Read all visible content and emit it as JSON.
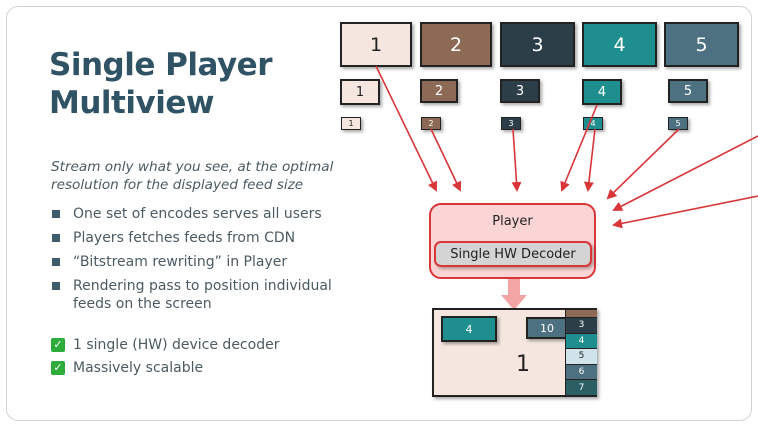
{
  "slide": {
    "title_line1": "Single Player",
    "title_line2": "Multiview",
    "subtitle": "Stream only what you see, at the optimal resolution for the displayed feed size",
    "bullets": [
      "One set of encodes serves all users",
      "Players fetches feeds from CDN",
      "“Bitstream rewriting” in Player",
      "Rendering pass to position individual feeds on the screen"
    ],
    "checks": [
      "1 single (HW) device decoder",
      "Massively scalable"
    ],
    "check_mark": "✓"
  },
  "feeds": {
    "large": [
      "1",
      "2",
      "3",
      "4",
      "5"
    ],
    "medium": [
      "1",
      "2",
      "3",
      "4",
      "5"
    ],
    "small": [
      "1",
      "2",
      "3",
      "4",
      "5"
    ],
    "colors": [
      "#f5e7e0",
      "#8c6a56",
      "#2c3f49",
      "#1f8e8e",
      "#4d7180"
    ],
    "text_colors": [
      "#222222",
      "#ffffff",
      "#ffffff",
      "#ffffff",
      "#ffffff"
    ]
  },
  "player": {
    "label": "Player",
    "decoder_label": "Single HW  Decoder"
  },
  "screen": {
    "main_label": "1",
    "tile_4": "4",
    "tile_10": "10",
    "strip": [
      "3",
      "4",
      "5",
      "6",
      "7"
    ],
    "strip_colors": [
      "#2c3f49",
      "#1f8e8e",
      "#cfe3ea",
      "#4d7180",
      "#2b5f63"
    ],
    "strip_top_color": "#8c6a56"
  },
  "accent_colors": {
    "title": "#2f5365",
    "arrow_red": "#d9363a",
    "player_fill": "#fbd5d5",
    "check_green": "#2dac3c"
  }
}
